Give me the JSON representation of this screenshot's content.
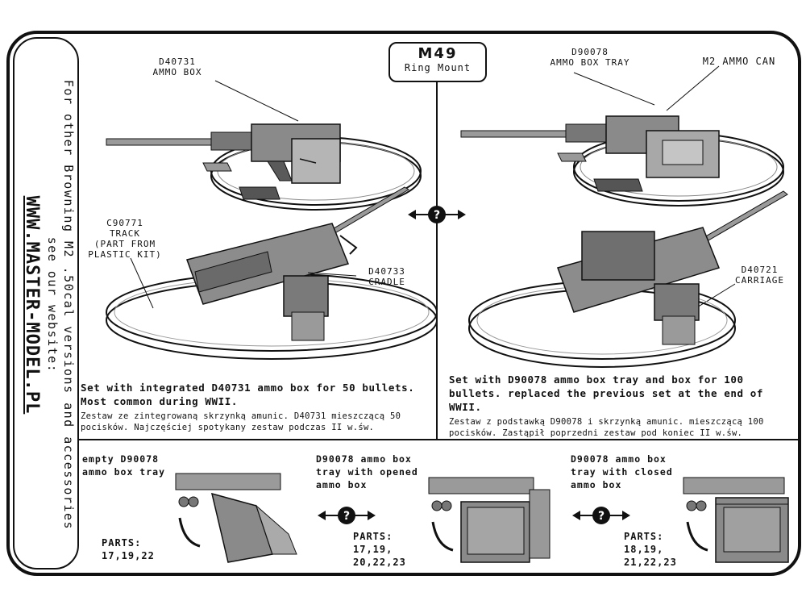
{
  "side_panel": {
    "line1": "For other Browning M2 .50cal versions and accessories",
    "line2": "see our website:",
    "url": "WWW.MASTER-MODEL.PL"
  },
  "header": {
    "title": "M49",
    "subtitle": "Ring Mount"
  },
  "left_panel": {
    "label_ammo_box": {
      "code": "D40731",
      "name": "AMMO BOX"
    },
    "label_track": {
      "code": "C90771",
      "line2": "TRACK",
      "line3": "(PART FROM",
      "line4": "PLASTIC KIT)"
    },
    "label_cradle": {
      "code": "D40733",
      "name": "CRADLE"
    },
    "desc_en": "Set with integrated D40731 ammo box for 50 bullets. Most common during WWII.",
    "desc_pl": "Zestaw ze zintegrowaną skrzynką amunic. D40731 mieszczącą 50 pocisków. Najczęściej spotykany zestaw podczas II w.św."
  },
  "right_panel": {
    "label_tray": {
      "code": "D90078",
      "name": "AMMO BOX TRAY"
    },
    "label_can": {
      "name": "M2 AMMO CAN"
    },
    "label_carriage": {
      "code": "D40721",
      "name": "CARRIAGE"
    },
    "desc_en": "Set with D90078 ammo box tray and box for 100 bullets. replaced the previous set at the end of WWII.",
    "desc_pl": "Zestaw z podstawką D90078 i skrzynką amunic. mieszczącą 100 pocisków. Zastąpił poprzedni zestaw pod koniec II w.św."
  },
  "bottom_panels": [
    {
      "title_l1": "empty D90078",
      "title_l2": "ammo box tray",
      "title_l3": "",
      "parts_label": "PARTS:",
      "parts_l1": "17,19,22",
      "parts_l2": ""
    },
    {
      "title_l1": "D90078 ammo box",
      "title_l2": "tray with opened",
      "title_l3": "ammo box",
      "parts_label": "PARTS:",
      "parts_l1": "17,19,",
      "parts_l2": "20,22,23"
    },
    {
      "title_l1": "D90078 ammo box",
      "title_l2": "tray with closed",
      "title_l3": "ammo box",
      "parts_label": "PARTS:",
      "parts_l1": "18,19,",
      "parts_l2": "21,22,23"
    }
  ],
  "arrows": {
    "symbol": "?"
  },
  "icons": [
    "question-arrow-icon",
    "machine-gun-illustration",
    "ring-mount-illustration",
    "ammo-box-illustration"
  ],
  "colors": {
    "ink": "#111111",
    "metal": "#8a8a8a",
    "metal_dark": "#4a4a4a",
    "ring": "#dcdcdc"
  }
}
